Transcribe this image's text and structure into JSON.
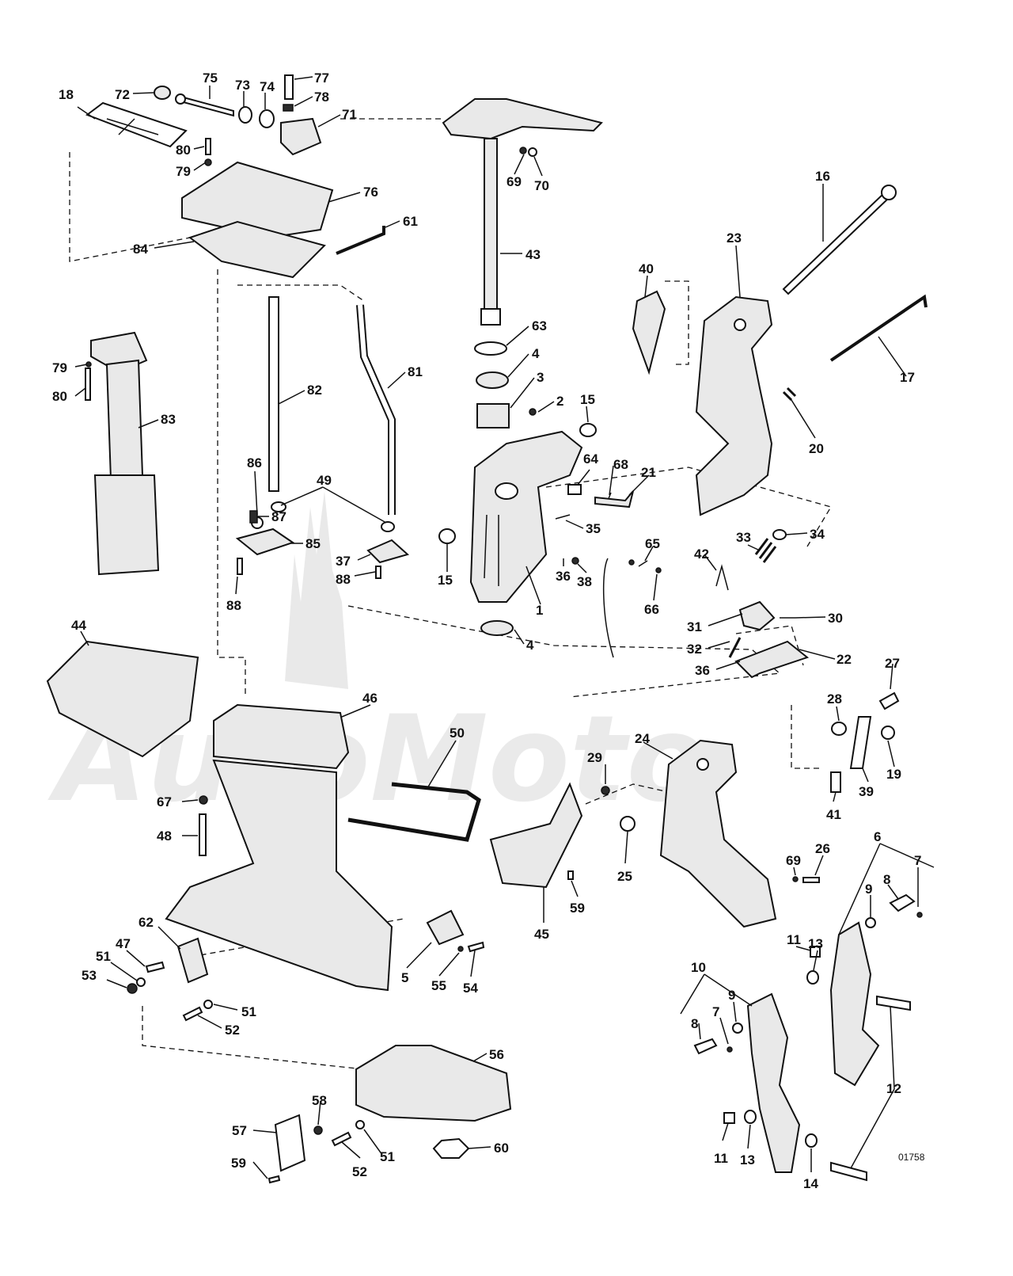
{
  "diagram": {
    "drawing_code": "01758",
    "watermark": "AutoMoto",
    "callouts": [
      {
        "num": "18"
      },
      {
        "num": "72"
      },
      {
        "num": "75"
      },
      {
        "num": "73"
      },
      {
        "num": "74"
      },
      {
        "num": "77"
      },
      {
        "num": "78"
      },
      {
        "num": "71"
      },
      {
        "num": "80"
      },
      {
        "num": "79"
      },
      {
        "num": "76"
      },
      {
        "num": "61"
      },
      {
        "num": "84"
      },
      {
        "num": "69"
      },
      {
        "num": "70"
      },
      {
        "num": "43"
      },
      {
        "num": "16"
      },
      {
        "num": "23"
      },
      {
        "num": "40"
      },
      {
        "num": "17"
      },
      {
        "num": "63"
      },
      {
        "num": "4"
      },
      {
        "num": "3"
      },
      {
        "num": "2"
      },
      {
        "num": "15"
      },
      {
        "num": "79"
      },
      {
        "num": "80"
      },
      {
        "num": "83"
      },
      {
        "num": "82"
      },
      {
        "num": "81"
      },
      {
        "num": "20"
      },
      {
        "num": "64"
      },
      {
        "num": "68"
      },
      {
        "num": "21"
      },
      {
        "num": "86"
      },
      {
        "num": "49"
      },
      {
        "num": "87"
      },
      {
        "num": "85"
      },
      {
        "num": "35"
      },
      {
        "num": "65"
      },
      {
        "num": "33"
      },
      {
        "num": "34"
      },
      {
        "num": "42"
      },
      {
        "num": "15"
      },
      {
        "num": "37"
      },
      {
        "num": "88"
      },
      {
        "num": "36"
      },
      {
        "num": "38"
      },
      {
        "num": "66"
      },
      {
        "num": "1"
      },
      {
        "num": "30"
      },
      {
        "num": "88"
      },
      {
        "num": "31"
      },
      {
        "num": "4"
      },
      {
        "num": "32"
      },
      {
        "num": "22"
      },
      {
        "num": "36"
      },
      {
        "num": "44"
      },
      {
        "num": "27"
      },
      {
        "num": "46"
      },
      {
        "num": "28"
      },
      {
        "num": "50"
      },
      {
        "num": "24"
      },
      {
        "num": "29"
      },
      {
        "num": "19"
      },
      {
        "num": "39"
      },
      {
        "num": "67"
      },
      {
        "num": "41"
      },
      {
        "num": "48"
      },
      {
        "num": "25"
      },
      {
        "num": "6"
      },
      {
        "num": "69"
      },
      {
        "num": "26"
      },
      {
        "num": "7"
      },
      {
        "num": "9"
      },
      {
        "num": "8"
      },
      {
        "num": "59"
      },
      {
        "num": "45"
      },
      {
        "num": "62"
      },
      {
        "num": "11"
      },
      {
        "num": "13"
      },
      {
        "num": "47"
      },
      {
        "num": "51"
      },
      {
        "num": "5"
      },
      {
        "num": "55"
      },
      {
        "num": "54"
      },
      {
        "num": "53"
      },
      {
        "num": "10"
      },
      {
        "num": "9"
      },
      {
        "num": "7"
      },
      {
        "num": "51"
      },
      {
        "num": "52"
      },
      {
        "num": "8"
      },
      {
        "num": "12"
      },
      {
        "num": "56"
      },
      {
        "num": "58"
      },
      {
        "num": "57"
      },
      {
        "num": "60"
      },
      {
        "num": "51"
      },
      {
        "num": "59"
      },
      {
        "num": "52"
      },
      {
        "num": "11"
      },
      {
        "num": "13"
      },
      {
        "num": "14"
      }
    ]
  }
}
